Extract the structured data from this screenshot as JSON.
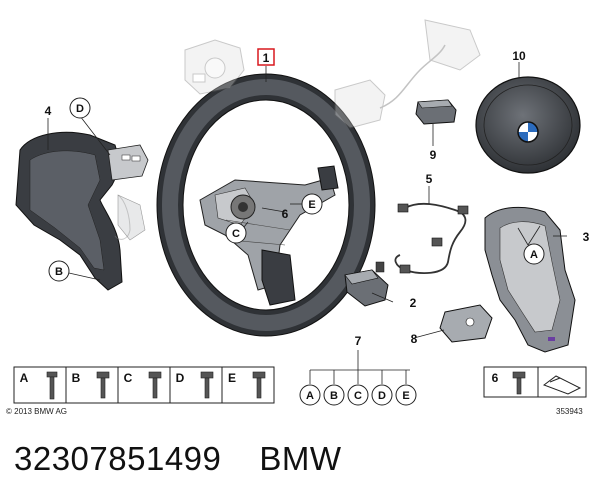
{
  "callouts": {
    "n1": "1",
    "n2": "2",
    "n3": "3",
    "n4": "4",
    "n5": "5",
    "n6": "6",
    "n7": "7",
    "n8": "8",
    "n9": "9",
    "n10": "10"
  },
  "letters": {
    "a": "A",
    "b": "B",
    "c": "C",
    "d": "D",
    "e": "E"
  },
  "legend_bar": {
    "screw_labels": [
      "A",
      "B",
      "C",
      "D",
      "E"
    ],
    "group_number": "7",
    "group_letters": [
      "A",
      "B",
      "C",
      "D",
      "E"
    ],
    "right_number": "6"
  },
  "copyright": "© 2013 BMW AG",
  "diagram_id": "353943",
  "footer": {
    "part_number": "32307851499",
    "brand": "BMW"
  },
  "colors": {
    "highlight": "#d9181f",
    "line": "#222222",
    "dark_part": "#3a3d42",
    "mid_part": "#6b6f75",
    "light_part": "#c7c9cc"
  }
}
